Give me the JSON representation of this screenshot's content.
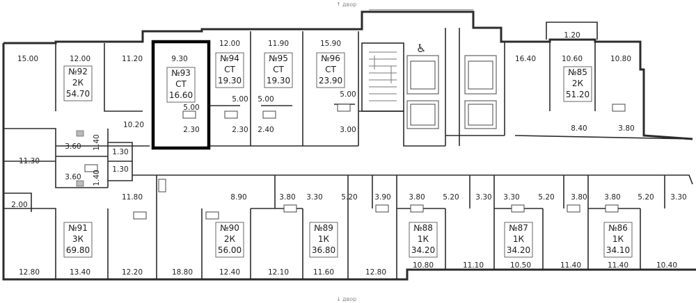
{
  "directions": {
    "north": "двор",
    "south": "двор"
  },
  "selected_apartment": "№93",
  "accessibility_icon": "wheelchair-icon",
  "apartments": [
    {
      "id": "apt-92",
      "number": "№92",
      "type": "2К",
      "area": "54.70"
    },
    {
      "id": "apt-93",
      "number": "№93",
      "type": "СТ",
      "area": "16.60"
    },
    {
      "id": "apt-94",
      "number": "№94",
      "type": "СТ",
      "area": "19.30"
    },
    {
      "id": "apt-95",
      "number": "№95",
      "type": "СТ",
      "area": "19.30"
    },
    {
      "id": "apt-96",
      "number": "№96",
      "type": "СТ",
      "area": "23.90"
    },
    {
      "id": "apt-85",
      "number": "№85",
      "type": "2К",
      "area": "51.20"
    },
    {
      "id": "apt-91",
      "number": "№91",
      "type": "3К",
      "area": "69.80"
    },
    {
      "id": "apt-90",
      "number": "№90",
      "type": "2К",
      "area": "56.00"
    },
    {
      "id": "apt-89",
      "number": "№89",
      "type": "1К",
      "area": "36.80"
    },
    {
      "id": "apt-88",
      "number": "№88",
      "type": "1К",
      "area": "34.20"
    },
    {
      "id": "apt-87",
      "number": "№87",
      "type": "1К",
      "area": "34.20"
    },
    {
      "id": "apt-86",
      "number": "№86",
      "type": "1К",
      "area": "34.10"
    }
  ],
  "rooms": [
    "15.00",
    "12.00",
    "11.20",
    "9.30",
    "12.00",
    "11.90",
    "15.90",
    "1.20",
    "16.40",
    "10.60",
    "10.80",
    "5.00",
    "5.00",
    "5.00",
    "5.00",
    "10.20",
    "2.30",
    "2.30",
    "2.40",
    "3.00",
    "8.40",
    "3.80",
    "3.60",
    "1.40",
    "1.30",
    "11.30",
    "1.30",
    "3.60",
    "1.40",
    "11.80",
    "8.90",
    "3.80",
    "3.30",
    "5.20",
    "3.90",
    "3.80",
    "5.20",
    "3.30",
    "3.30",
    "5.20",
    "3.80",
    "3.80",
    "5.20",
    "3.30",
    "2.00",
    "12.80",
    "13.40",
    "12.20",
    "18.80",
    "12.40",
    "12.10",
    "11.60",
    "12.80",
    "10.80",
    "11.10",
    "10.50",
    "11.40",
    "11.40",
    "10.40"
  ]
}
